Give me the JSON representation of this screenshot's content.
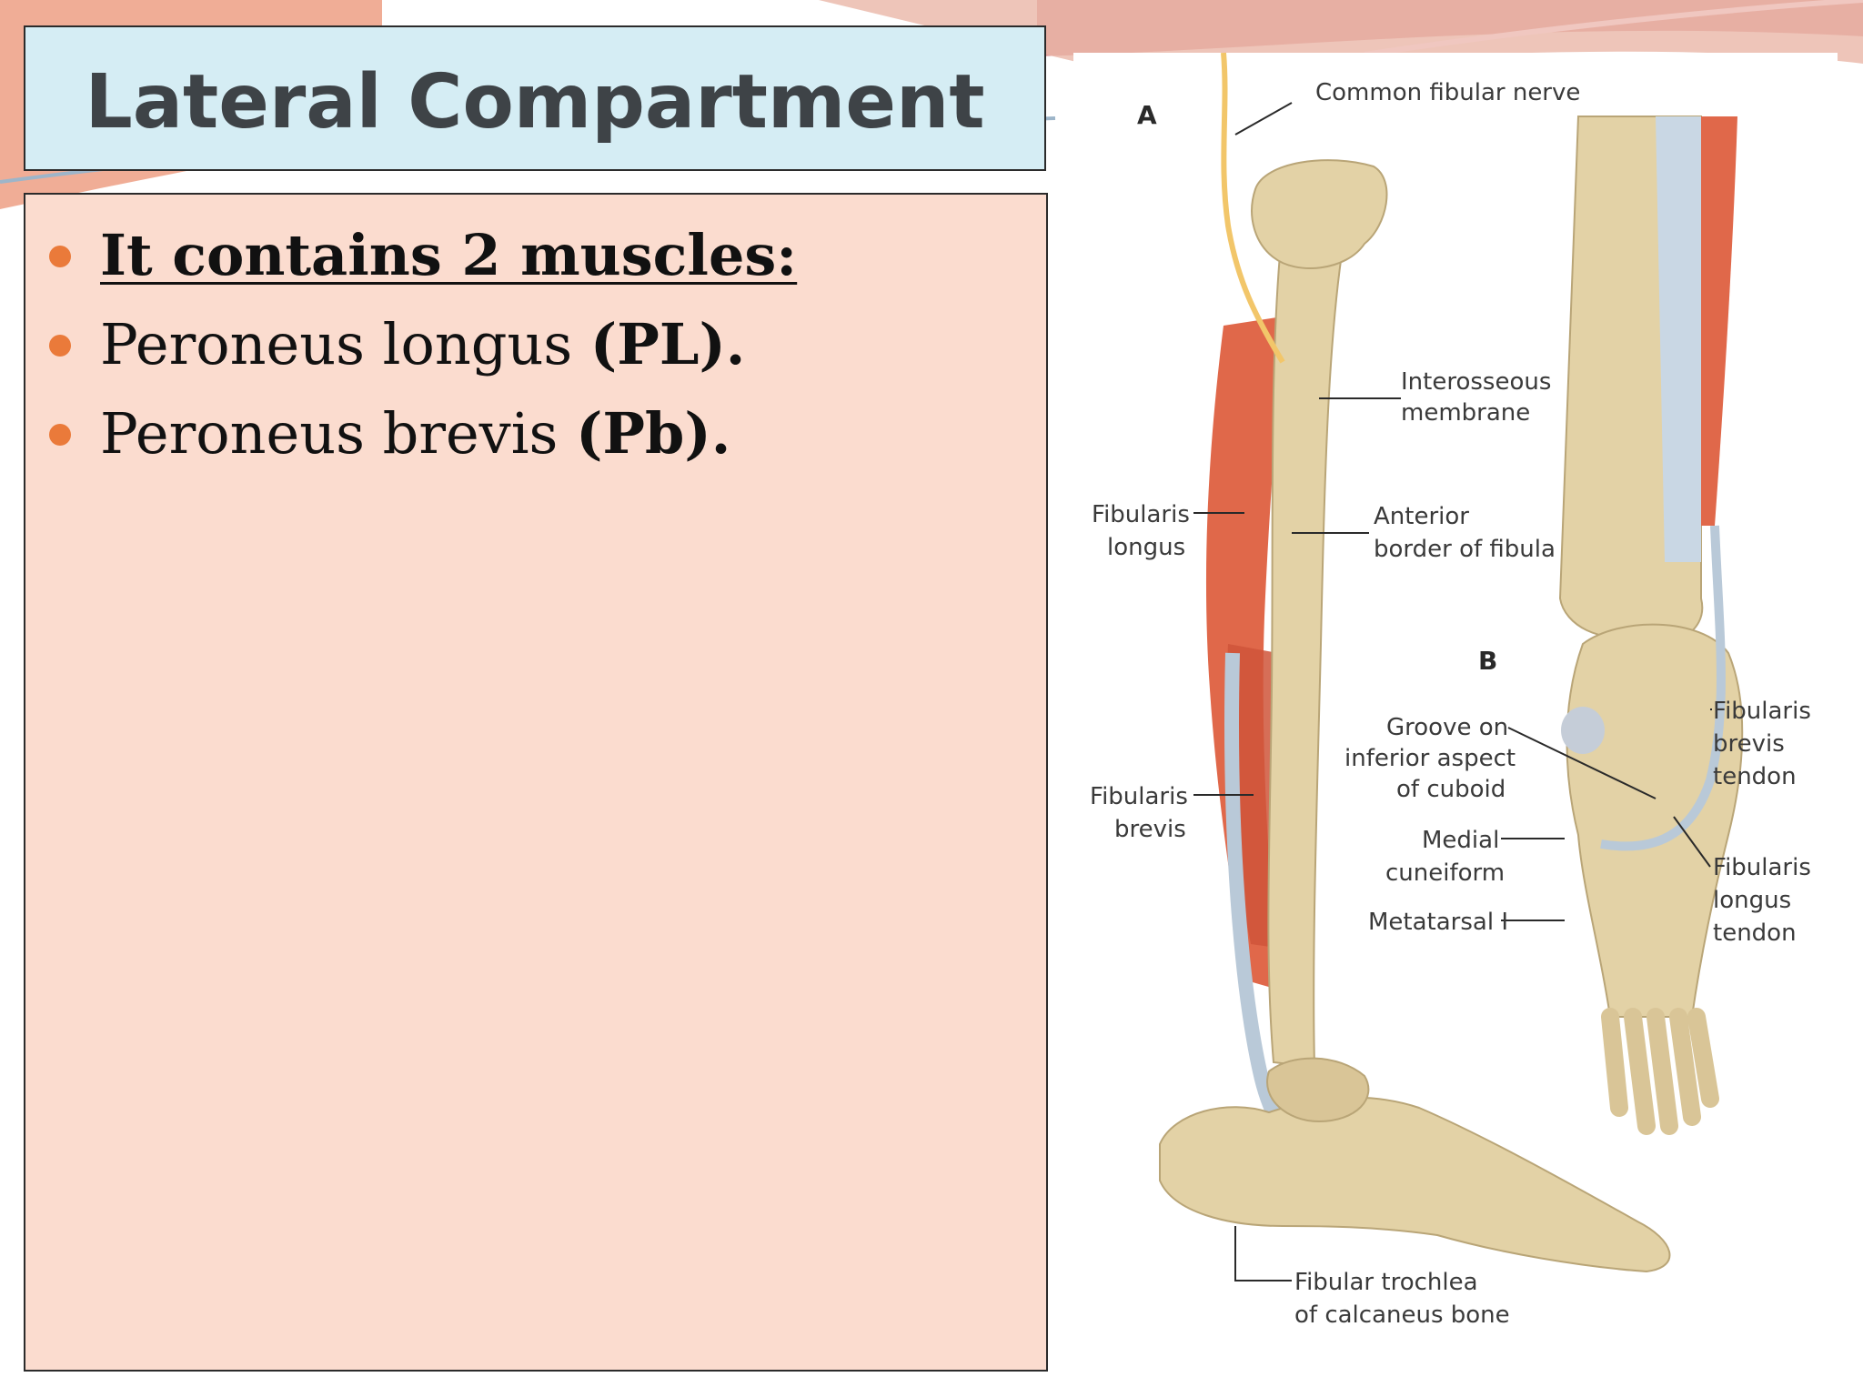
{
  "slide": {
    "title": "Lateral Compartment",
    "bullets": [
      {
        "text": "It contains 2 muscles:",
        "abbr": ""
      },
      {
        "text": "Peroneus longus ",
        "abbr": "(PL)."
      },
      {
        "text": "Peroneus brevis ",
        "abbr": "(Pb)."
      }
    ]
  },
  "figure": {
    "panel_a": "A",
    "panel_b": "B",
    "labels": {
      "common_fibular_nerve": "Common fibular nerve",
      "interosseous_1": "Interosseous",
      "interosseous_2": "membrane",
      "fibularis_longus_1": "Fibularis",
      "fibularis_longus_2": "longus",
      "anterior_border_1": "Anterior",
      "anterior_border_2": "border of fibula",
      "fibularis_brevis_1": "Fibularis",
      "fibularis_brevis_2": "brevis",
      "groove_1": "Groove on",
      "groove_2": "inferior aspect",
      "groove_3": "of cuboid",
      "medial_cuneiform_1": "Medial",
      "medial_cuneiform_2": "cuneiform",
      "metatarsal": "Metatarsal I",
      "fb_tendon_1": "Fibularis",
      "fb_tendon_2": "brevis",
      "fb_tendon_3": "tendon",
      "fl_tendon_1": "Fibularis",
      "fl_tendon_2": "longus",
      "fl_tendon_3": "tendon",
      "trochlea_1": "Fibular trochlea",
      "trochlea_2": "of calcaneus bone"
    }
  },
  "colors": {
    "title_bg": "#d5edf4",
    "content_bg": "#fbdccf",
    "bullet": "#ea7a3a",
    "title_text": "#3e4347",
    "muscle": "#e0684a",
    "bone": "#e3d2a6",
    "tendon": "#b9c9d8",
    "nerve": "#f2c66a"
  }
}
